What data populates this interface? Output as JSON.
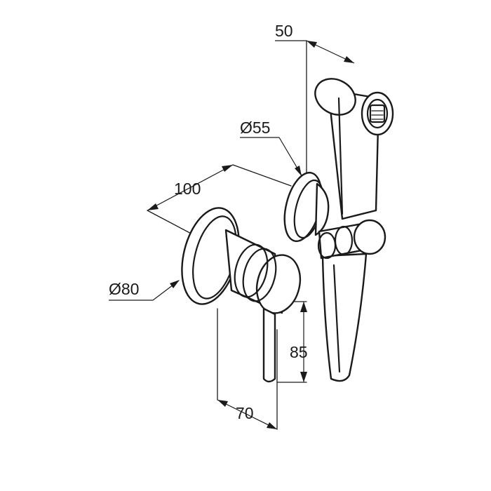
{
  "dimensions": {
    "handshower_width": "50",
    "holder_diameter": "Ø55",
    "spacing": "100",
    "rosette_diameter": "Ø80",
    "lever_height": "85",
    "depth": "70"
  },
  "colors": {
    "line": "#1a1a1a",
    "background": "#ffffff"
  }
}
